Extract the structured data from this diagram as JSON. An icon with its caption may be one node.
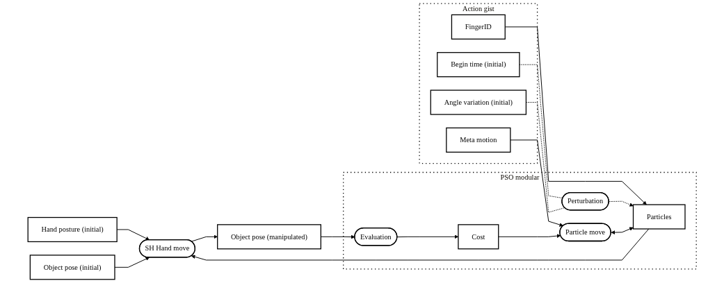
{
  "diagram": {
    "nodes": [
      {
        "text": [
          "Hand posture (initial)"
        ]
      },
      {
        "text": [
          "SH Hand move"
        ]
      },
      {
        "text": [
          "Object pose (manipulated)"
        ]
      },
      {
        "text": [
          "Object pose (initial)"
        ]
      },
      {
        "text": [
          "PSO modular"
        ]
      },
      {
        "text": [
          "Evaluation"
        ],
        "in": 4
      },
      {
        "text": [
          "Action gist"
        ]
      },
      {
        "text": [
          "FingerID"
        ],
        "in": 6
      },
      {
        "text": [
          "Particles"
        ],
        "in": 4
      },
      {
        "text": [
          "Cost"
        ],
        "in": 4
      },
      {
        "text": [
          "Begin time (initial)"
        ],
        "in": 6
      },
      {
        "text": [
          "Perturbation"
        ],
        "in": 4
      },
      {
        "text": [
          "Angle variation (initial)"
        ],
        "in": 6
      },
      {
        "text": [
          "Meta motion"
        ],
        "in": 6
      },
      {
        "text": [
          "Particle move"
        ],
        "in": 4
      }
    ],
    "edges": [
      {
        "from": 0,
        "to": 1,
        "arrow": "to"
      },
      {
        "from": 3,
        "to": 1,
        "arrow": "to"
      },
      {
        "from": 1,
        "to": 2,
        "arrow": "to"
      },
      {
        "from": 2,
        "to": 5,
        "arrow": "to"
      },
      {
        "from": 5,
        "to": 9,
        "arrow": "to"
      },
      {
        "from": 9,
        "to": 14,
        "arrow": "to"
      },
      {
        "from": 8,
        "to": 1,
        "arrow": "to"
      },
      {
        "from": 7,
        "to": 8,
        "arrow": "to"
      },
      {
        "from": 14,
        "to": 8,
        "arrow": "both"
      },
      {
        "from": 11,
        "to": 8,
        "arrow": "to",
        "style": "dashed"
      },
      {
        "from": 10,
        "to": 11,
        "arrow": "none",
        "style": "dashed"
      },
      {
        "from": 12,
        "to": 11,
        "arrow": "none",
        "style": "dashed"
      },
      {
        "from": 13,
        "to": 14,
        "arrow": "to"
      }
    ]
  }
}
